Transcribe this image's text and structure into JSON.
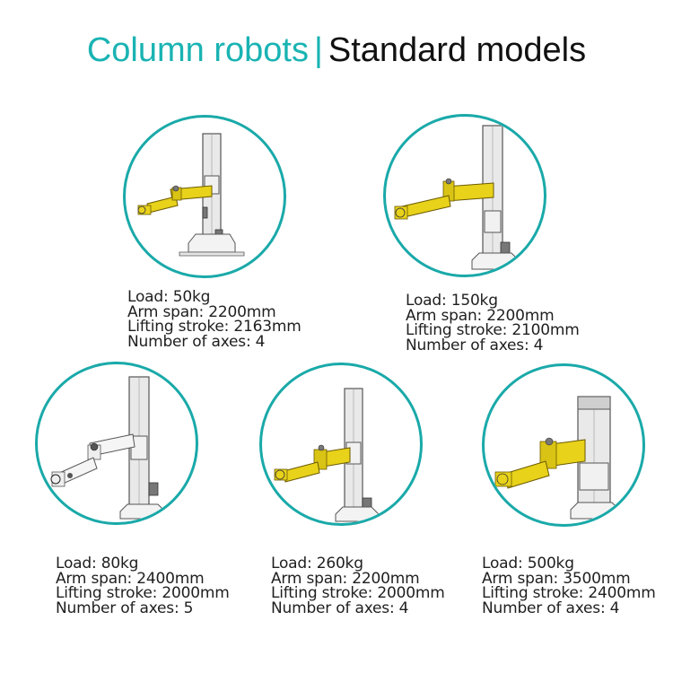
{
  "header": {
    "title_part1": "Column robots",
    "separator": "|",
    "title_part2": "Standard models"
  },
  "colors": {
    "accent": "#1aa9a9",
    "arm": "#e8d21a",
    "body": "#e9e9e9",
    "outline": "#555555"
  },
  "models": [
    {
      "load": "Load: 50kg",
      "span": "Arm span: 2200mm",
      "stroke": "Lifting stroke: 2163mm",
      "axes": "Number of axes: 4"
    },
    {
      "load": "Load: 150kg",
      "span": "Arm span: 2200mm",
      "stroke": "Lifting stroke: 2100mm",
      "axes": "Number of axes: 4"
    },
    {
      "load": "Load: 80kg",
      "span": "Arm span: 2400mm",
      "stroke": "Lifting stroke: 2000mm",
      "axes": "Number of axes: 5"
    },
    {
      "load": "Load: 260kg",
      "span": "Arm span: 2200mm",
      "stroke": "Lifting stroke: 2000mm",
      "axes": "Number of axes: 4"
    },
    {
      "load": "Load: 500kg",
      "span": "Arm span: 3500mm",
      "stroke": "Lifting stroke: 2400mm",
      "axes": "Number of axes: 4"
    }
  ]
}
